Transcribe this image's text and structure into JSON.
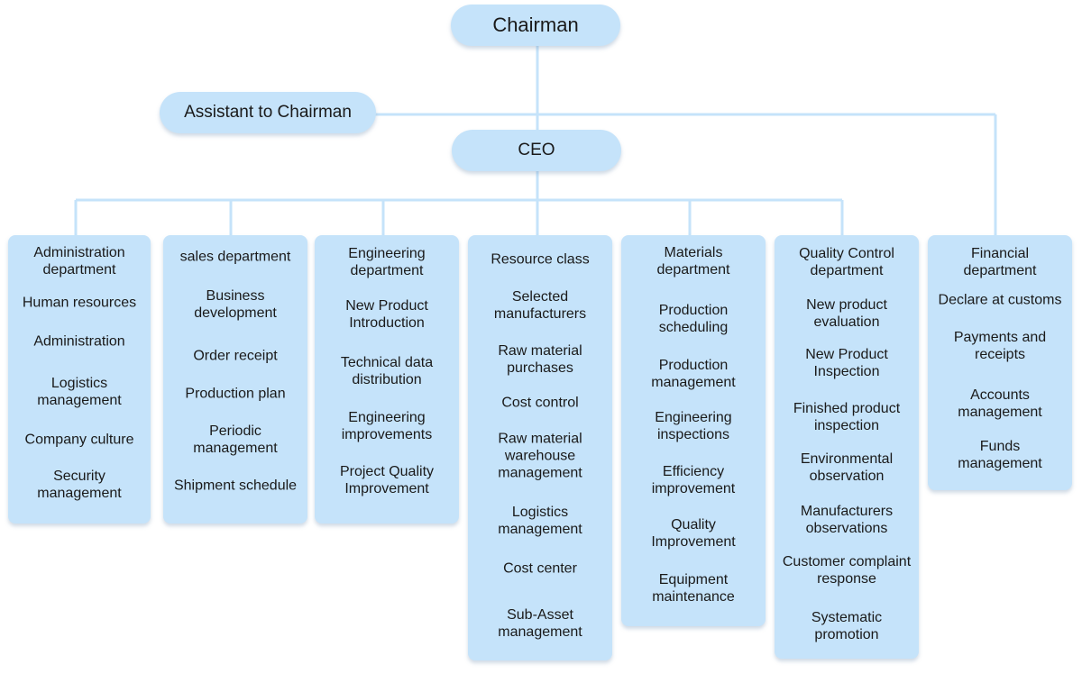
{
  "colors": {
    "box": "#c5e3fa",
    "line": "#c5e3fa",
    "text": "#1a1a1a"
  },
  "top": {
    "chairman": "Chairman",
    "assistant": "Assistant to Chairman",
    "ceo": "CEO"
  },
  "departments": [
    {
      "title": "Administration\ndepartment",
      "items": [
        "Human resources",
        "Administration",
        "Logistics\nmanagement",
        "Company culture",
        "Security\nmanagement"
      ]
    },
    {
      "title": "sales department",
      "items": [
        "Business\ndevelopment",
        "Order receipt",
        "Production plan",
        "Periodic\nmanagement",
        "Shipment schedule"
      ]
    },
    {
      "title": "Engineering\ndepartment",
      "items": [
        "New Product\nIntroduction",
        "Technical data\ndistribution",
        "Engineering\nimprovements",
        "Project Quality\nImprovement"
      ]
    },
    {
      "title": "Resource class",
      "items": [
        "Selected\nmanufacturers",
        "Raw material\npurchases",
        "Cost control",
        "Raw material\nwarehouse\nmanagement",
        "Logistics\nmanagement",
        "Cost center",
        "Sub-Asset\nmanagement"
      ]
    },
    {
      "title": "Materials\ndepartment",
      "items": [
        "Production\nscheduling",
        "Production\nmanagement",
        "Engineering\ninspections",
        "Efficiency\nimprovement",
        "Quality\nImprovement",
        "Equipment\nmaintenance"
      ]
    },
    {
      "title": "Quality Control\ndepartment",
      "items": [
        "New product\nevaluation",
        "New Product\nInspection",
        "Finished product\ninspection",
        "Environmental\nobservation",
        "Manufacturers\nobservations",
        "Customer complaint\nresponse",
        "Systematic\npromotion"
      ]
    },
    {
      "title": "Financial\ndepartment",
      "items": [
        "Declare at customs",
        "Payments and\nreceipts",
        "Accounts\nmanagement",
        "Funds\nmanagement"
      ]
    }
  ]
}
